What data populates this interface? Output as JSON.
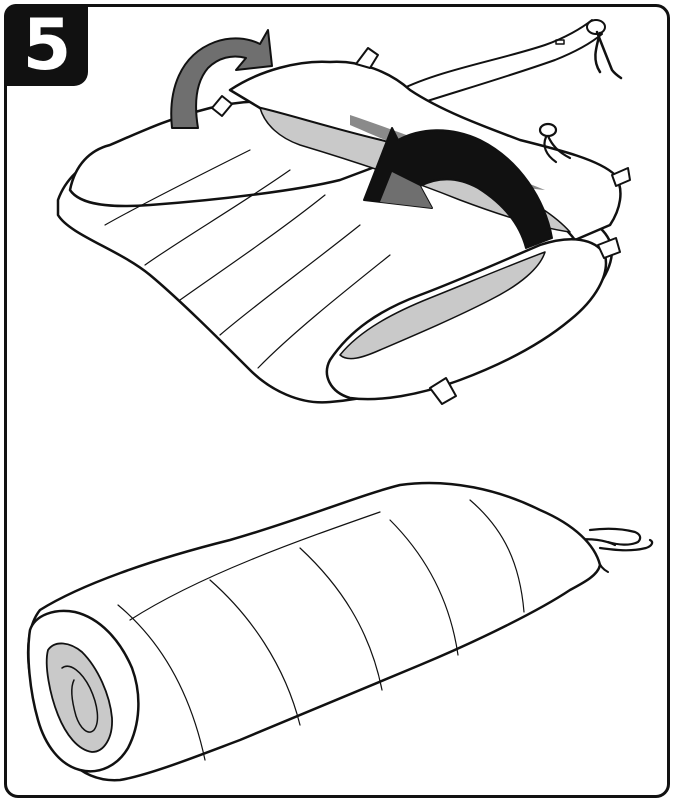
{
  "step": {
    "number": "5"
  },
  "illustration": {
    "top": "fold-sides-of-sleeping-bag-inward",
    "bottom": "rolled-sleeping-bag"
  },
  "colors": {
    "outline": "#111111",
    "arrow_gray": "#6f6f6f",
    "arrow_black": "#111111",
    "lining_gray": "#c9c9c9",
    "lining_dark": "#8a8a8a",
    "background": "#ffffff"
  }
}
